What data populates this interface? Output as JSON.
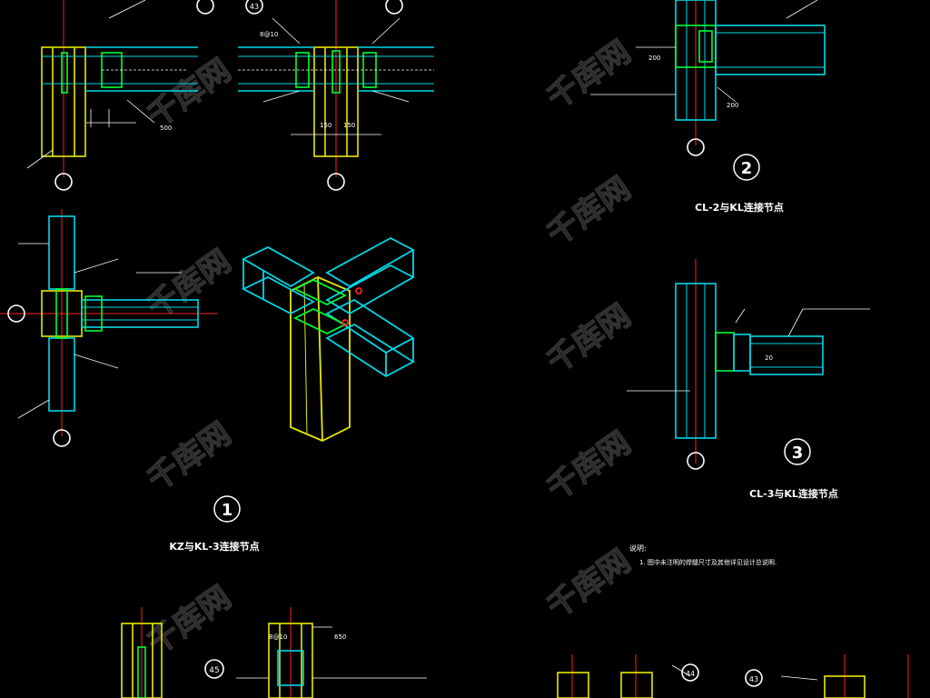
{
  "details": [
    {
      "number": "1",
      "title": "KZ与KL-3连接节点"
    },
    {
      "number": "2",
      "title": "CL-2与KL连接节点"
    },
    {
      "number": "3",
      "title": "CL-3与KL连接节点"
    }
  ],
  "notes": {
    "heading": "说明:",
    "item": "1. 图中未注明的焊缝尺寸及其他详见设计总说明."
  },
  "section_marks": [
    "43",
    "45",
    "43",
    "44"
  ],
  "dimension_labels": [
    "150",
    "150",
    "200",
    "500",
    "200",
    "8@10",
    "8@10",
    "650",
    "20"
  ],
  "watermark": "千库网",
  "colors": {
    "background": "#000000",
    "column": "#e8e800",
    "beam": "#00d8e8",
    "plate": "#00ff33",
    "axis": "#ff2020",
    "leader": "#ffffff"
  }
}
